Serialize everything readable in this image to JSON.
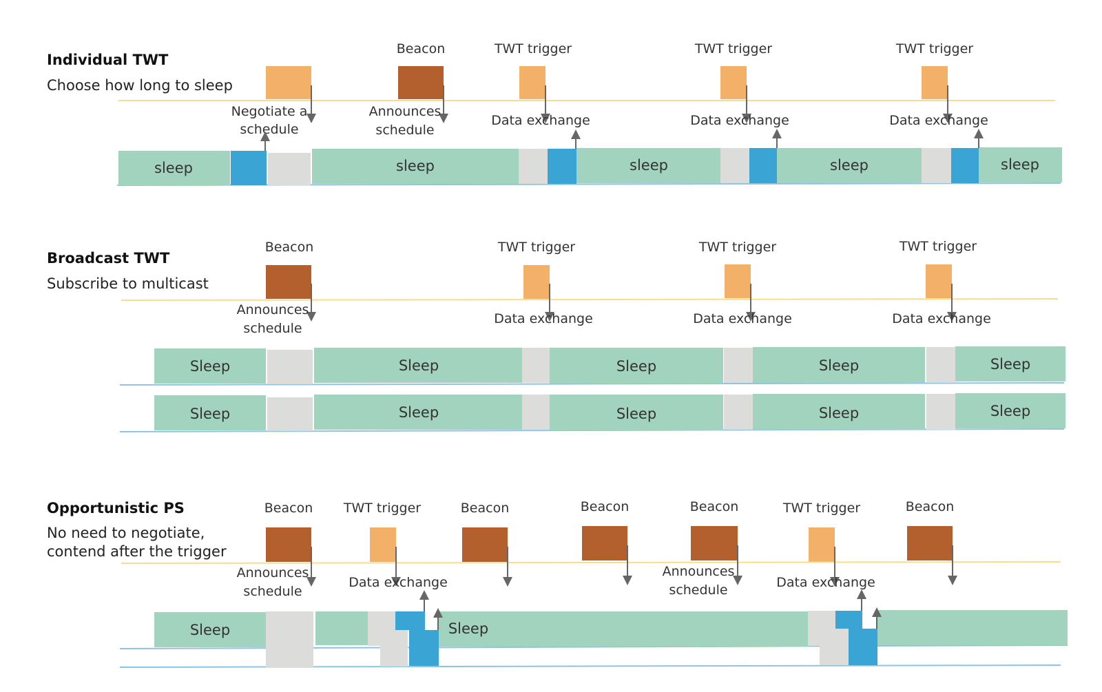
{
  "colors": {
    "sleep": "#a1d3bf",
    "idle": "#dcdcda",
    "exchange": "#3aa4d4",
    "beacon": "#b35f2e",
    "trigger": "#f2b068",
    "yellow_line": "#f7dd8e",
    "blue_line": "#8fc3e3",
    "arrow": "#666666"
  },
  "section1": {
    "title": "Individual TWT",
    "subtitle": "Choose how long to sleep",
    "label_negotiate_1": "Negotiate a",
    "label_negotiate_2": "schedule",
    "beacon_label": "Beacon",
    "announce_1": "Announces",
    "announce_2": "schedule",
    "trigger_label": "TWT trigger",
    "data_exchange": "Data exchange",
    "sleep_label": "sleep"
  },
  "section2": {
    "title": "Broadcast TWT",
    "subtitle": "Subscribe to multicast",
    "beacon_label": "Beacon",
    "announce_1": "Announces",
    "announce_2": "schedule",
    "trigger_label": "TWT trigger",
    "data_exchange": "Data exchange",
    "sleep_label": "Sleep"
  },
  "section3": {
    "title": "Opportunistic PS",
    "subtitle_1": "No need to negotiate,",
    "subtitle_2": "contend after the trigger",
    "beacon_label": "Beacon",
    "announce_1": "Announces",
    "announce_2": "schedule",
    "trigger_label": "TWT trigger",
    "data_exchange": "Data exchange",
    "sleep_label": "Sleep"
  }
}
